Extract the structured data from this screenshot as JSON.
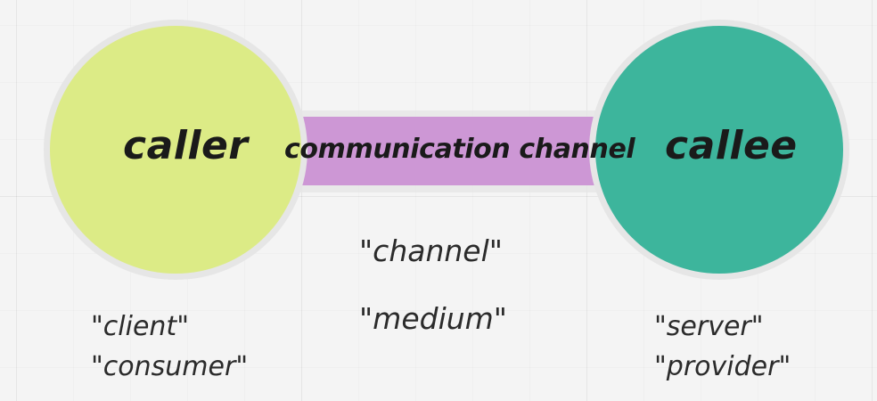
{
  "nodes": {
    "caller": {
      "label": "caller",
      "color": "#dbec7e",
      "aliases": [
        "\"client\"",
        "\"consumer\""
      ]
    },
    "callee": {
      "label": "callee",
      "color": "#2aaf94",
      "aliases": [
        "\"server\"",
        "\"provider\""
      ]
    }
  },
  "channel": {
    "label": "communication channel",
    "color": "#cd97d5",
    "aliases": [
      "\"channel\"",
      "\"medium\""
    ]
  }
}
